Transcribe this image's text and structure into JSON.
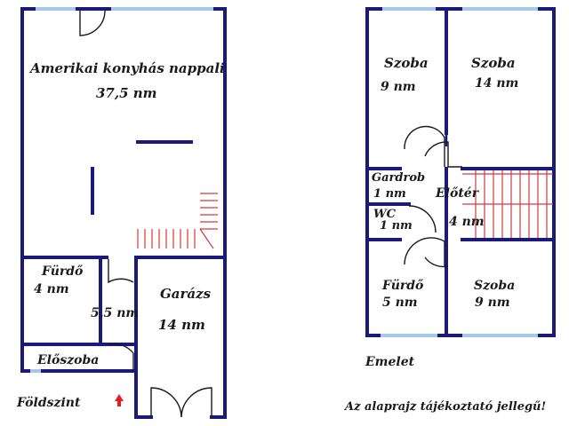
{
  "ground_floor": {
    "caption": "Földszint",
    "living_room": {
      "name": "Amerikai konyhás nappali",
      "area": "37,5 nm"
    },
    "bathroom": {
      "name": "Fürdő",
      "area": "4 nm"
    },
    "hall_area": "5,5 nm",
    "entrance": {
      "name": "Előszoba"
    },
    "garage": {
      "name": "Garázs",
      "area": "14 nm"
    }
  },
  "upper_floor": {
    "caption": "Emelet",
    "room_top_left": {
      "name": "Szoba",
      "area": "9 nm"
    },
    "room_top_right": {
      "name": "Szoba",
      "area": "14 nm"
    },
    "wardrobe": {
      "name": "Gardrob",
      "area": "1 nm"
    },
    "wc": {
      "name": "WC",
      "area": "1 nm"
    },
    "landing": {
      "name": "Előtér",
      "area": "4 nm"
    },
    "bathroom": {
      "name": "Fürdő",
      "area": "5 nm"
    },
    "room_bottom_right": {
      "name": "Szoba",
      "area": "9 nm"
    }
  },
  "disclaimer": "Az alaprajz tájékoztató jellegű!",
  "colors": {
    "wall": "#1a1a7a",
    "window": "#a8c8e8",
    "stair": "#d23a3a",
    "arrow": "#e02020"
  }
}
